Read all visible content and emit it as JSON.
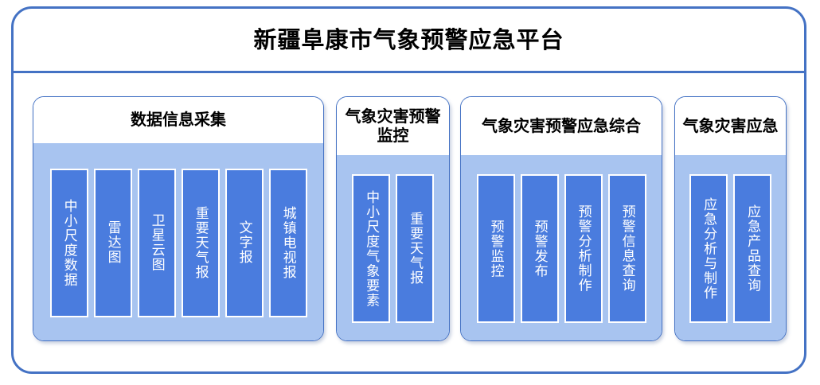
{
  "platform": {
    "title": "新疆阜康市气象预警应急平台",
    "frame_border_color": "#4472C4",
    "group_body_color": "#A8C4F0",
    "item_color": "#4A7CDE",
    "item_border_color": "#FFFFFF"
  },
  "groups": [
    {
      "id": "group-1",
      "header": "数据信息采集",
      "items": [
        {
          "label": "中小尺度数据"
        },
        {
          "label": "雷达图"
        },
        {
          "label": "卫星云图"
        },
        {
          "label": "重要天气报"
        },
        {
          "label": "文字报"
        },
        {
          "label": "城镇电视报"
        }
      ]
    },
    {
      "id": "group-2",
      "header": "气象灾害预警监控",
      "items": [
        {
          "label": "中小尺度气象要素"
        },
        {
          "label": "重要天气报"
        }
      ]
    },
    {
      "id": "group-3",
      "header": "气象灾害预警应急综合",
      "items": [
        {
          "label": "预警监控"
        },
        {
          "label": "预警发布"
        },
        {
          "label": "预警分析制作"
        },
        {
          "label": "预警信息查询"
        }
      ]
    },
    {
      "id": "group-4",
      "header": "气象灾害应急",
      "items": [
        {
          "label": "应急分析与制作"
        },
        {
          "label": "应急产品查询"
        }
      ]
    }
  ]
}
